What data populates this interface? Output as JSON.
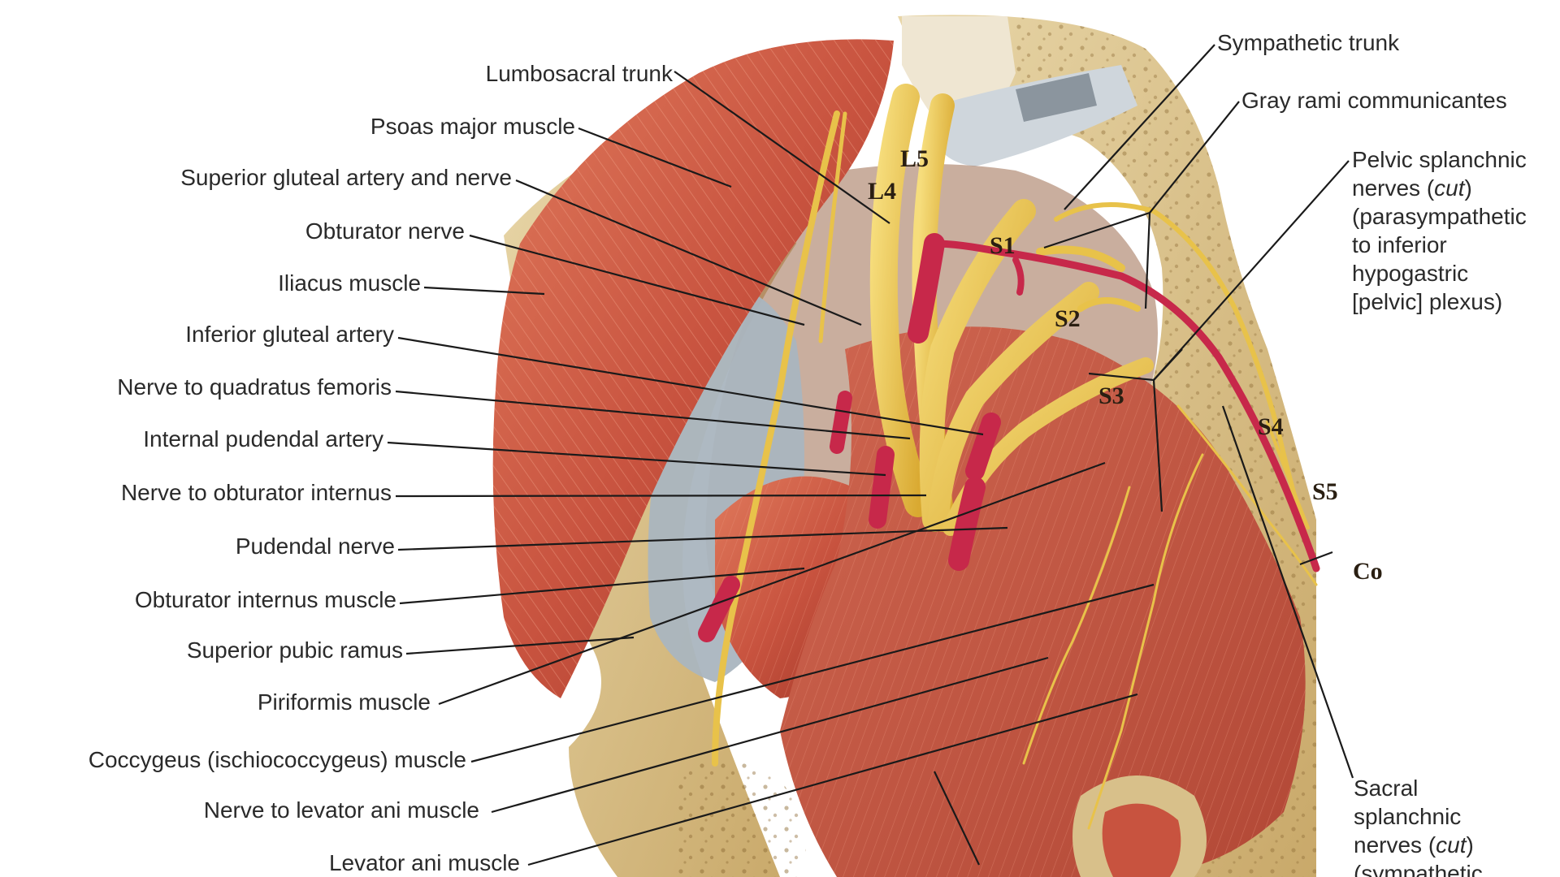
{
  "left_labels": [
    "Lumbosacral trunk",
    "Psoas major muscle",
    "Superior gluteal artery and nerve",
    "Obturator nerve",
    "Iliacus muscle",
    "Inferior gluteal artery",
    "Nerve to quadratus femoris",
    "Internal pudendal artery",
    "Nerve to obturator internus",
    "Pudendal nerve",
    "Obturator internus muscle",
    "Superior pubic ramus",
    "Piriformis muscle",
    "Coccygeus (ischiococcygeus) muscle",
    "Nerve to levator ani muscle",
    "Levator ani muscle"
  ],
  "right_labels": {
    "sympathetic_trunk": "Sympathetic trunk",
    "gray_rami": "Gray rami communicantes",
    "pelvic_splanchnic": [
      "Pelvic splanchnic",
      "nerves (",
      "cut",
      ")",
      "(parasympathetic",
      "to inferior",
      "hypogastric",
      "[pelvic] plexus)"
    ],
    "sacral_splanchnic": [
      "Sacral",
      "splanchnic",
      "nerves (",
      "cut",
      ")",
      "(sympathetic"
    ]
  },
  "segments": [
    "L5",
    "L4",
    "S1",
    "S2",
    "S3",
    "S4",
    "S5",
    "Co"
  ],
  "colors": {
    "muscle": "#c8533f",
    "muscle_dark": "#a63a2c",
    "nerve": "#e8c24a",
    "artery": "#c7284a",
    "bone": "#d8c08a",
    "fascia": "#a9b4c0"
  }
}
